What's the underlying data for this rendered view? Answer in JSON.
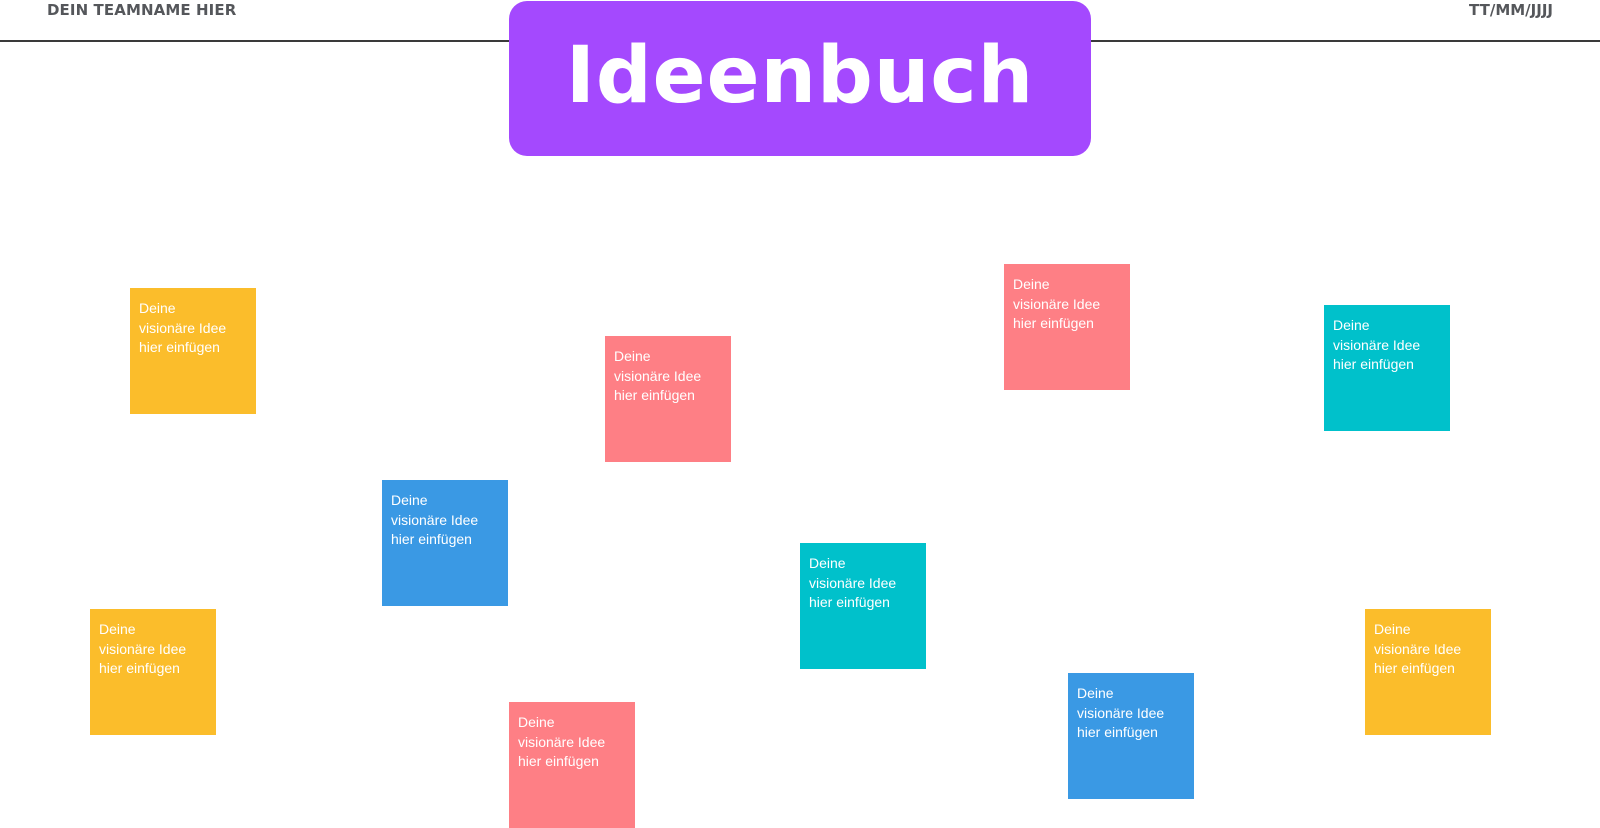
{
  "header": {
    "team_name": "DEIN TEAMNAME HIER",
    "date": "TT/MM/JJJJ"
  },
  "title": {
    "text": "Ideenbuch",
    "color": "#a449fe"
  },
  "colors": {
    "yellow": "#fbbd2b",
    "coral": "#fe7f85",
    "blue": "#3a99e4",
    "teal": "#00c1cb"
  },
  "stickies": [
    {
      "text": "Deine\nvisionäre Idee\nhier einfügen",
      "color": "#fbbd2b"
    },
    {
      "text": "Deine\nvisionäre Idee\nhier einfügen",
      "color": "#fe7f85"
    },
    {
      "text": "Deine\nvisionäre Idee\nhier einfügen",
      "color": "#fe7f85"
    },
    {
      "text": "Deine\nvisionäre Idee\nhier einfügen",
      "color": "#00c1cb"
    },
    {
      "text": "Deine\nvisionäre Idee\nhier einfügen",
      "color": "#3a99e4"
    },
    {
      "text": "Deine\nvisionäre Idee\nhier einfügen",
      "color": "#00c1cb"
    },
    {
      "text": "Deine\nvisionäre Idee\nhier einfügen",
      "color": "#fbbd2b"
    },
    {
      "text": "Deine\nvisionäre Idee\nhier einfügen",
      "color": "#fbbd2b"
    },
    {
      "text": "Deine\nvisionäre Idee\nhier einfügen",
      "color": "#3a99e4"
    },
    {
      "text": "Deine\nvisionäre Idee\nhier einfügen",
      "color": "#fe7f85"
    }
  ]
}
